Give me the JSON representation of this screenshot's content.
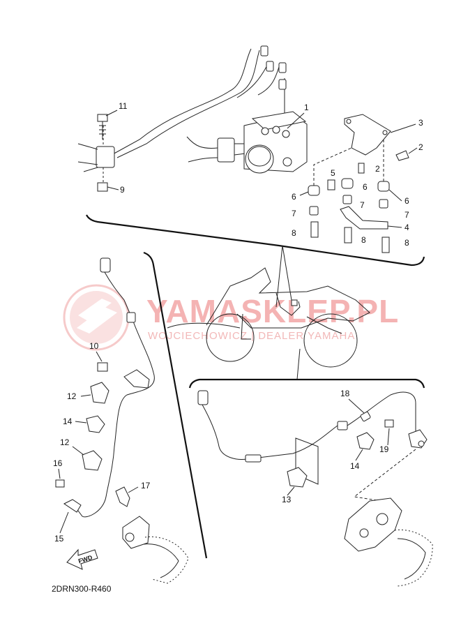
{
  "diagram_code": "2DRN300-R460",
  "fwd_label": "FWD",
  "watermark": {
    "main": "YAMASKLEP.PL",
    "sub": "WOJCIECHOWICZ | DEALER YAMAHA"
  },
  "callouts": {
    "c1": "1",
    "c2a": "2",
    "c2b": "2",
    "c3": "3",
    "c4": "4",
    "c5": "5",
    "c6a": "6",
    "c6b": "6",
    "c6c": "6",
    "c7a": "7",
    "c7b": "7",
    "c7c": "7",
    "c8a": "8",
    "c8b": "8",
    "c8c": "8",
    "c9": "9",
    "c10": "10",
    "c11": "11",
    "c12a": "12",
    "c12b": "12",
    "c13": "13",
    "c14a": "14",
    "c14b": "14",
    "c15": "15",
    "c16": "16",
    "c17": "17",
    "c18": "18",
    "c19": "19"
  }
}
